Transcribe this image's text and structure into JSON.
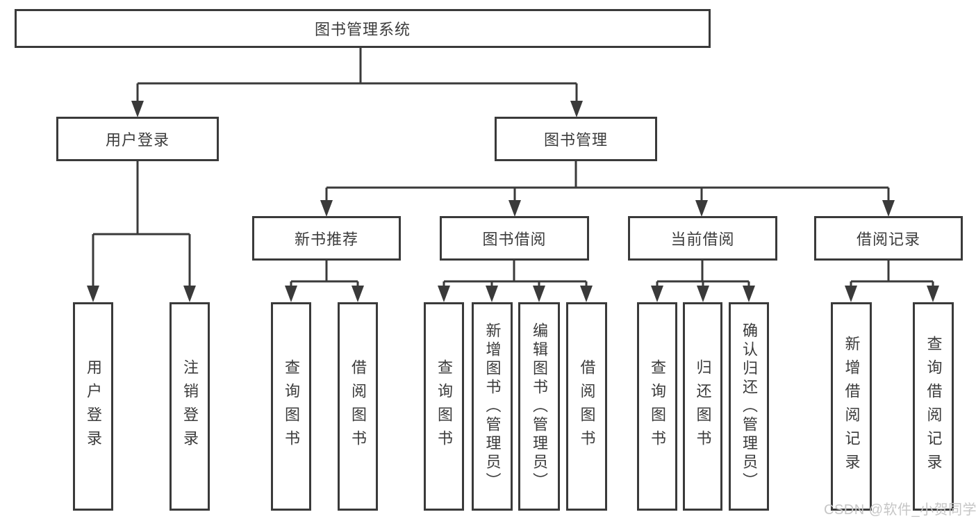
{
  "tree": {
    "label": "图书管理系统",
    "children": [
      {
        "label": "用户登录",
        "children": [
          {
            "label": "用户登录"
          },
          {
            "label": "注销登录"
          }
        ]
      },
      {
        "label": "图书管理",
        "children": [
          {
            "label": "新书推荐",
            "children": [
              {
                "label": "查询图书"
              },
              {
                "label": "借阅图书"
              }
            ]
          },
          {
            "label": "图书借阅",
            "children": [
              {
                "label": "查询图书"
              },
              {
                "label": "新增图书（管理员）"
              },
              {
                "label": "编辑图书（管理员）"
              },
              {
                "label": "借阅图书"
              }
            ]
          },
          {
            "label": "当前借阅",
            "children": [
              {
                "label": "查询图书"
              },
              {
                "label": "归还图书"
              },
              {
                "label": "确认归还（管理员）"
              }
            ]
          },
          {
            "label": "借阅记录",
            "children": [
              {
                "label": "新增借阅记录"
              },
              {
                "label": "查询借阅记录"
              }
            ]
          }
        ]
      }
    ]
  },
  "watermark": {
    "text": "CSDN @软件_小贺同学"
  },
  "colors": {
    "line": "#3a3a3a",
    "text": "#3b3b3b",
    "watermark": "#c6c6c6",
    "background": "#ffffff"
  }
}
